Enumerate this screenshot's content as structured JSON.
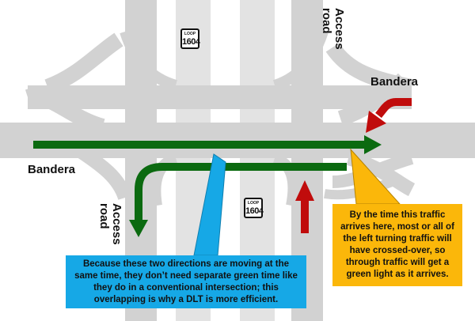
{
  "labels": {
    "bandera_east": "Bandera",
    "bandera_west": "Bandera",
    "access_road_top": "Access\nroad",
    "access_road_bottom": "Access\nroad"
  },
  "shields": [
    {
      "prefix": "LOOP",
      "number": "1604"
    },
    {
      "prefix": "LOOP",
      "number": "1604"
    }
  ],
  "callouts": {
    "blue": "Because these two directions are moving at the same time, they don’t need separate green time like they do in a conventional intersection; this overlapping is why a DLT is more efficient.",
    "orange": "By the time this traffic arrives here, most or all of the left turning traffic will have crossed-over, so through traffic will get a green light as it arrives."
  },
  "colors": {
    "road": "#d2d2d2",
    "green_arrow": "#0b6a10",
    "red_arrow": "#c00c0c",
    "blue_callout": "#16a8e6",
    "orange_callout": "#fbb70a"
  }
}
